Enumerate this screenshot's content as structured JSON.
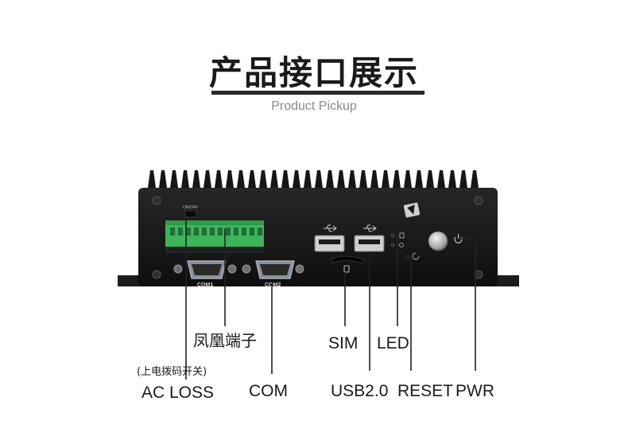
{
  "header": {
    "title": "产品接口展示",
    "subtitle": "Product Pickup"
  },
  "panel_labels": {
    "switch": "ON/OFF",
    "com1": "COM1",
    "com2": "COM2"
  },
  "callouts": {
    "phoenix_terminal": "凤凰端子",
    "power_on_switch": "(上电拨码开关)",
    "ac_loss": "AC LOSS",
    "com": "COM",
    "sim": "SIM",
    "led": "LED",
    "usb": "USB2.0",
    "reset": "RESET",
    "pwr": "PWR"
  },
  "colors": {
    "chassis": "#141414",
    "terminal": "#3bb45a",
    "db9": "#8a8f9a",
    "leader_line": "#222222"
  }
}
